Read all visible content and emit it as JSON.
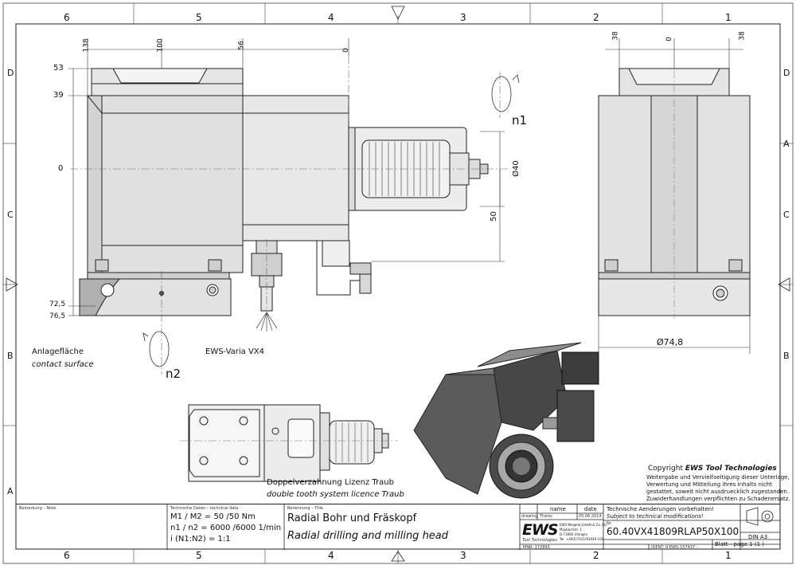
{
  "grid": {
    "cols_top": [
      "6",
      "5",
      "4",
      "3",
      "2",
      "1"
    ],
    "cols_bottom": [
      "6",
      "5",
      "4",
      "3",
      "2",
      "1"
    ],
    "rows_left": [
      "D",
      "C",
      "B",
      "A"
    ],
    "rows_right": [
      "D",
      "C",
      "B",
      "A"
    ]
  },
  "dims": {
    "d138": "138",
    "d100": "100",
    "d56": "56",
    "d0_top": "0",
    "d53": "53",
    "d39": "39",
    "d0_left": "0",
    "d725": "72,5",
    "d765": "76,5",
    "d40": "Ø40",
    "d50": "50",
    "r38a": "38",
    "r0": "0",
    "r38b": "38",
    "r748": "Ø74,8"
  },
  "rotation": {
    "n1": "n1",
    "n2": "n2"
  },
  "notes": {
    "anlage_de": "Anlagefläche",
    "anlage_en": "contact surface",
    "ews_varia": "EWS-Varia VX4",
    "traub_de": "Doppelverzahnung Lizenz Traub",
    "traub_en": "double tooth system licence Traub"
  },
  "copyright": {
    "prefix": "Copyright",
    "brand": "EWS Tool Technologies",
    "line1": "Weitergabe und Vervielfaeltigung dieser Unterlage,",
    "line2": "Verwertung und Mitteilung ihres Inhalts nicht",
    "line3": "gestattet, soweit nicht ausdruecklich zugestanden.",
    "line4": "Zuwiderhandlungen verpflichten zu Schadenersatz."
  },
  "title_block": {
    "bemerkung_label": "Bemerkung – Note",
    "techdata_label": "Technische Daten – technical data",
    "m_line": "M1 / M2 = 50  /50  Nm",
    "n_line": "n1 / n2 = 6000 /6000  1/min",
    "i_line": "i  (N1:N2)  = 1:1",
    "benennung_label": "Benennung – Title",
    "title_de": "Radial Bohr und Fräskopf",
    "title_en": "Radial drilling and milling head",
    "col_name": "name",
    "col_date": "date",
    "drawing_label": "drawing",
    "drawing_name": "Theiss",
    "drawing_date": "05.06.2014",
    "change_de": "Technische Aenderungen vorbehalten!",
    "change_en": "Subject to technical modifications!",
    "nr_label": "Nr.",
    "part_no": "60.40VX41809RLAP50X100",
    "logo": "EWS",
    "logo_sub": "Tool Technologies",
    "addr1": "EWS Weigele GmbH & Co. KG",
    "addr2": "Maybachstr. 1",
    "addr3": "D-73066 Uhingen",
    "addr4": "Tel. +49(0)7161/93040-100",
    "mnr": "MNR: 172893",
    "ident": "IDENT: 0-EWS-157437 -",
    "blatt": "Blatt - page  1 (1 )",
    "din": "DIN A3"
  }
}
